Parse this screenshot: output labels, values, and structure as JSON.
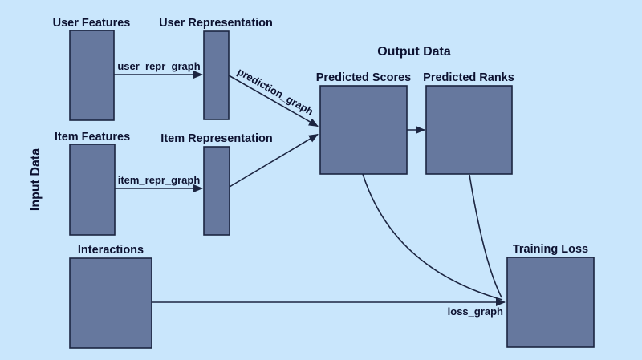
{
  "diagram": {
    "sections": {
      "input_data": "Input Data",
      "output_data": "Output Data"
    },
    "nodes": {
      "user_features": {
        "label": "User Features"
      },
      "user_representation": {
        "label": "User Representation"
      },
      "item_features": {
        "label": "Item Features"
      },
      "item_representation": {
        "label": "Item Representation"
      },
      "interactions": {
        "label": "Interactions"
      },
      "predicted_scores": {
        "label": "Predicted Scores"
      },
      "predicted_ranks": {
        "label": "Predicted Ranks"
      },
      "training_loss": {
        "label": "Training Loss"
      }
    },
    "edges": {
      "user_repr": {
        "label": "user_repr_graph"
      },
      "item_repr": {
        "label": "item_repr_graph"
      },
      "prediction": {
        "label": "prediction_graph"
      },
      "loss": {
        "label": "loss_graph"
      }
    }
  },
  "colors": {
    "background": "#c9e6fc",
    "node_fill": "#66789e",
    "line": "#1c2541",
    "text": "#0c1130"
  }
}
